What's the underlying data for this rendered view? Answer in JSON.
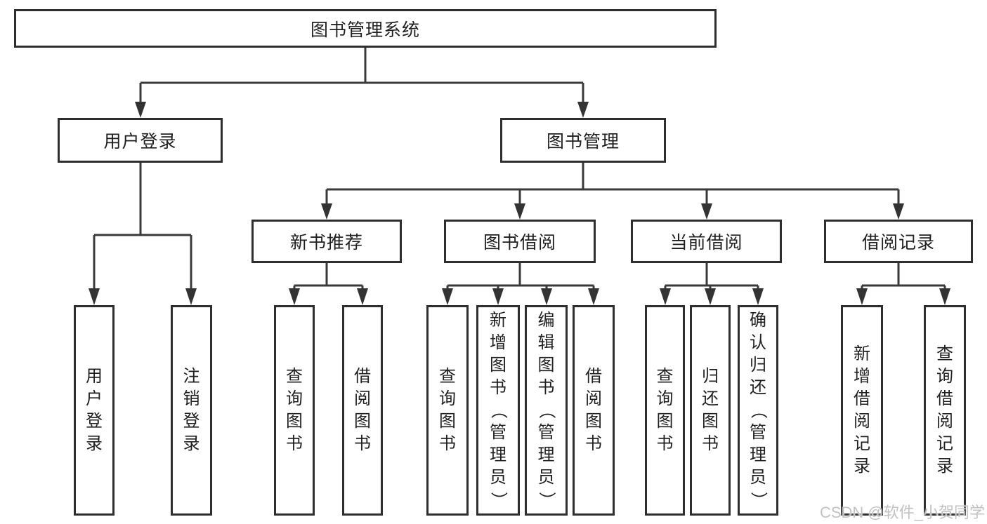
{
  "tree": {
    "root": {
      "label": "图书管理系统",
      "children": [
        {
          "label": "用户登录",
          "children": [
            {
              "label": "用户登录"
            },
            {
              "label": "注销登录"
            }
          ]
        },
        {
          "label": "图书管理",
          "children": [
            {
              "label": "新书推荐",
              "children": [
                {
                  "label": "查询图书"
                },
                {
                  "label": "借阅图书"
                }
              ]
            },
            {
              "label": "图书借阅",
              "children": [
                {
                  "label": "查询图书"
                },
                {
                  "label": "新增图书（管理员）"
                },
                {
                  "label": "编辑图书（管理员）"
                },
                {
                  "label": "借阅图书"
                }
              ]
            },
            {
              "label": "当前借阅",
              "children": [
                {
                  "label": "查询图书"
                },
                {
                  "label": "归还图书"
                },
                {
                  "label": "确认归还（管理员）"
                }
              ]
            },
            {
              "label": "借阅记录",
              "children": [
                {
                  "label": "新增借阅记录"
                },
                {
                  "label": "查询借阅记录"
                }
              ]
            }
          ]
        }
      ]
    }
  },
  "watermark": "CSDN @软件_小贺同学",
  "colors": {
    "line": "#3a3a3a",
    "border": "#2e2e2e",
    "text": "#1f1f1f",
    "watermark": "#c2c2c2",
    "background": "#ffffff"
  }
}
